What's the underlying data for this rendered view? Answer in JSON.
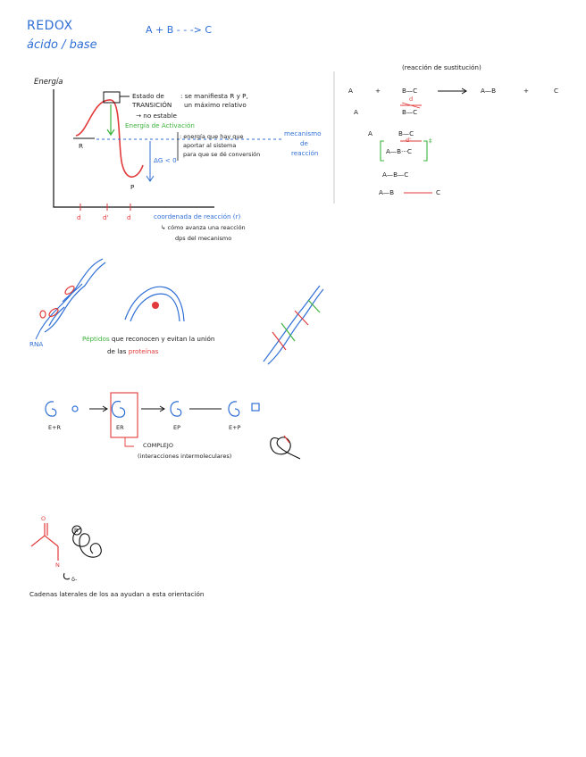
{
  "header": {
    "redox": "REDOX",
    "acid_base": "ácido / base",
    "reaction": "A + B - - -> C"
  },
  "energy_diagram": {
    "y_label": "Energía",
    "ts_label_1": "Estado de",
    "ts_label_2": "TRANSICIÓN",
    "ts_desc_1": ": se manifiesta R y P,",
    "ts_desc_2": "un máximo relativo",
    "ts_unstable": "→ no estable",
    "activation": "Energía de Activación",
    "activation_note_1": ": energía que hay que",
    "activation_note_2": "aportar al sistema",
    "activation_note_3": "para que se dé conversión",
    "mechanism_1": "mecanismo",
    "mechanism_2": "de",
    "mechanism_3": "reacción",
    "r_label": "R",
    "p_label": "P",
    "delta_g": "ΔG < 0",
    "x_tick_1": "d",
    "x_tick_2": "d'",
    "x_tick_3": "d",
    "x_label": "coordenada de reacción (r)",
    "x_note_1": "↳ cómo avanza una reacción",
    "x_note_2": "dps del mecanismo"
  },
  "substitution": {
    "title": "(reacción de sustitución)",
    "row1_a": "A",
    "row1_plus": "+",
    "row1_bc": "B—C",
    "row1_ab": "A—B",
    "row1_plus2": "+",
    "row1_c": "C",
    "row2_a": "A",
    "row2_bc": "B—C",
    "row2_d": "d",
    "row3_a": "A",
    "row3_bc": "B—C",
    "row3_d": "d'",
    "bracket": "A—B···C",
    "dagger": "‡",
    "row5": "A—B—C",
    "row6_a": "A—B",
    "row6_c": "C"
  },
  "dna": {
    "rna_label": "RNA",
    "peptides": "Péptidos",
    "text_1": " que reconocen y evitan la unión",
    "text_2_pre": "de las ",
    "proteins": "proteínas"
  },
  "enzyme": {
    "er": "E+R",
    "complex_inner": "ER",
    "ep": "EP",
    "e_plus_p": "E+P",
    "complex_1": "COMPLEJO",
    "complex_2": "(interacciones intermoleculares)"
  },
  "bottom": {
    "o_label": "O",
    "n_label": "N",
    "r_label": "R",
    "s_label": "δ-",
    "note": "Cadenas laterales de los aa ayudan a esta orientación"
  }
}
